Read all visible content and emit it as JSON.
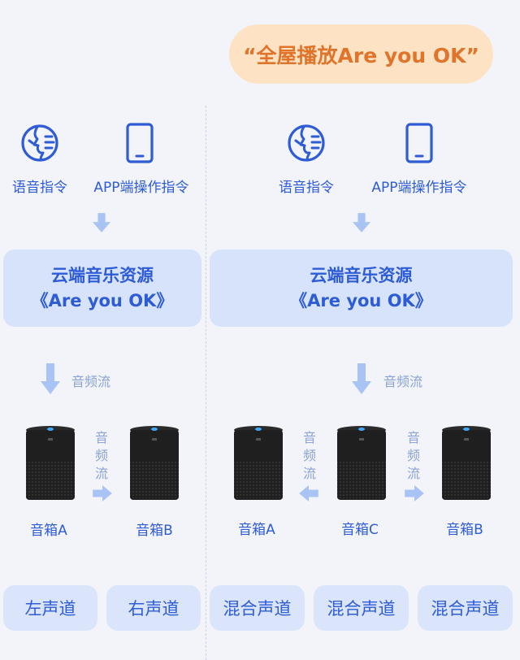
{
  "header": {
    "pill_text": "“全屋播放Are you OK”"
  },
  "left": {
    "voice_label": "语音指令",
    "app_label": "APP端操作指令",
    "cloud_line1": "云端音乐资源",
    "cloud_line2": "《Are you OK》",
    "stream_label": "音频流",
    "between_chars": [
      "音",
      "频",
      "流"
    ],
    "speaker_a": "音箱A",
    "speaker_b": "音箱B",
    "channel_left": "左声道",
    "channel_right": "右声道"
  },
  "right": {
    "voice_label": "语音指令",
    "app_label": "APP端操作指令",
    "cloud_line1": "云端音乐资源",
    "cloud_line2": "《Are you OK》",
    "stream_label": "音频流",
    "between_chars_1": [
      "音",
      "频",
      "流"
    ],
    "between_chars_2": [
      "音",
      "频",
      "流"
    ],
    "speaker_a": "音箱A",
    "speaker_c": "音箱C",
    "speaker_b": "音箱B",
    "channel_1": "混合声道",
    "channel_2": "混合声道",
    "channel_3": "混合声道"
  },
  "colors": {
    "primary": "#2e5cd6",
    "arrow": "#a9c3f5",
    "pill_bg": "#fde2c4",
    "pill_text": "#e0742a"
  }
}
